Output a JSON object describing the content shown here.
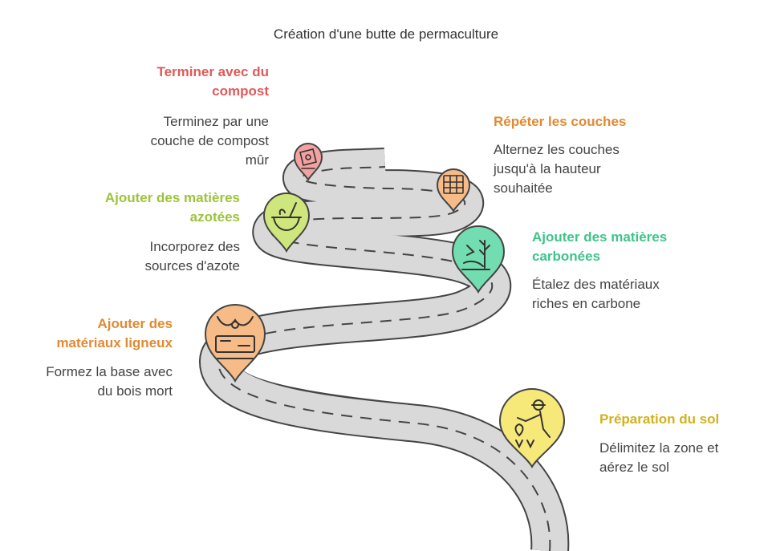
{
  "title": "Création d'une butte de permaculture",
  "colors": {
    "road": "#d9d9d9",
    "road_outline": "#444444",
    "step1": "#f7e87a",
    "step2": "#f6bb87",
    "step3": "#72ddb0",
    "step4": "#cfe67c",
    "step5": "#f6bb87",
    "step6": "#f4a1a1"
  },
  "steps": [
    {
      "heading": "Préparation du sol",
      "desc_line1": "Délimitez la zone et",
      "desc_line2": "aérez le sol",
      "heading_color": "#d2b21a",
      "icon": "farmer-hoe-icon"
    },
    {
      "heading_line1": "Ajouter des",
      "heading_line2": "matériaux ligneux",
      "desc_line1": "Formez la base avec",
      "desc_line2": "du bois mort",
      "heading_color": "#e08a32",
      "icon": "wood-log-icon"
    },
    {
      "heading_line1": "Ajouter des matières",
      "heading_line2": "carbonées",
      "desc_line1": "Étalez des matériaux",
      "desc_line2": "riches en carbone",
      "heading_color": "#3ec48a",
      "icon": "plant-sprout-icon"
    },
    {
      "heading_line1": "Ajouter des matières",
      "heading_line2": "azotées",
      "desc_line1": "Incorporez des",
      "desc_line2": "sources d'azote",
      "heading_color": "#9cc43a",
      "icon": "mixing-bowl-icon"
    },
    {
      "heading": "Répéter les couches",
      "desc_line1": "Alternez les couches",
      "desc_line2": "jusqu'à la hauteur",
      "desc_line3": "souhaitée",
      "heading_color": "#e08a32",
      "icon": "layers-icon"
    },
    {
      "heading_line1": "Terminer avec du",
      "heading_line2": "compost",
      "desc_line1": "Terminez par une",
      "desc_line2": "couche de compost",
      "desc_line3": "mûr",
      "heading_color": "#e05a5a",
      "icon": "compost-bag-icon"
    }
  ]
}
